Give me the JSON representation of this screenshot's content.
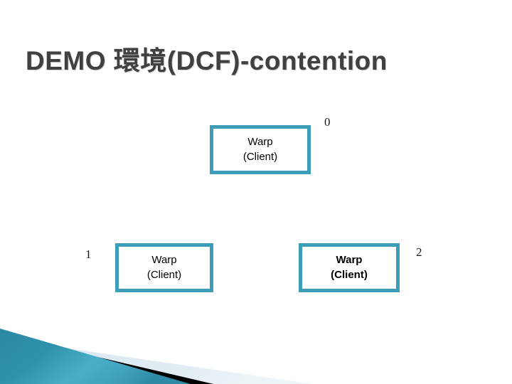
{
  "slide": {
    "title": "DEMO 環境(DCF)-contention",
    "background_color": "#ffffff",
    "title_color": "#404040",
    "accent_color": "#3d9db8"
  },
  "nodes": [
    {
      "id": "node-0",
      "line1": "Warp",
      "line2": "(Client)",
      "index_label": "0",
      "emphasis": false
    },
    {
      "id": "node-1",
      "line1": "Warp",
      "line2": "(Client)",
      "index_label": "1",
      "emphasis": false
    },
    {
      "id": "node-2",
      "line1": "Warp",
      "line2": "(Client)",
      "index_label": "2",
      "emphasis": true
    }
  ],
  "decoration": {
    "name": "corner-wedge-graphic",
    "teal_start": "#2d8ba8",
    "teal_end": "#55b6d0",
    "wedge_color": "#000000",
    "pale_color": "#dce9ef"
  }
}
